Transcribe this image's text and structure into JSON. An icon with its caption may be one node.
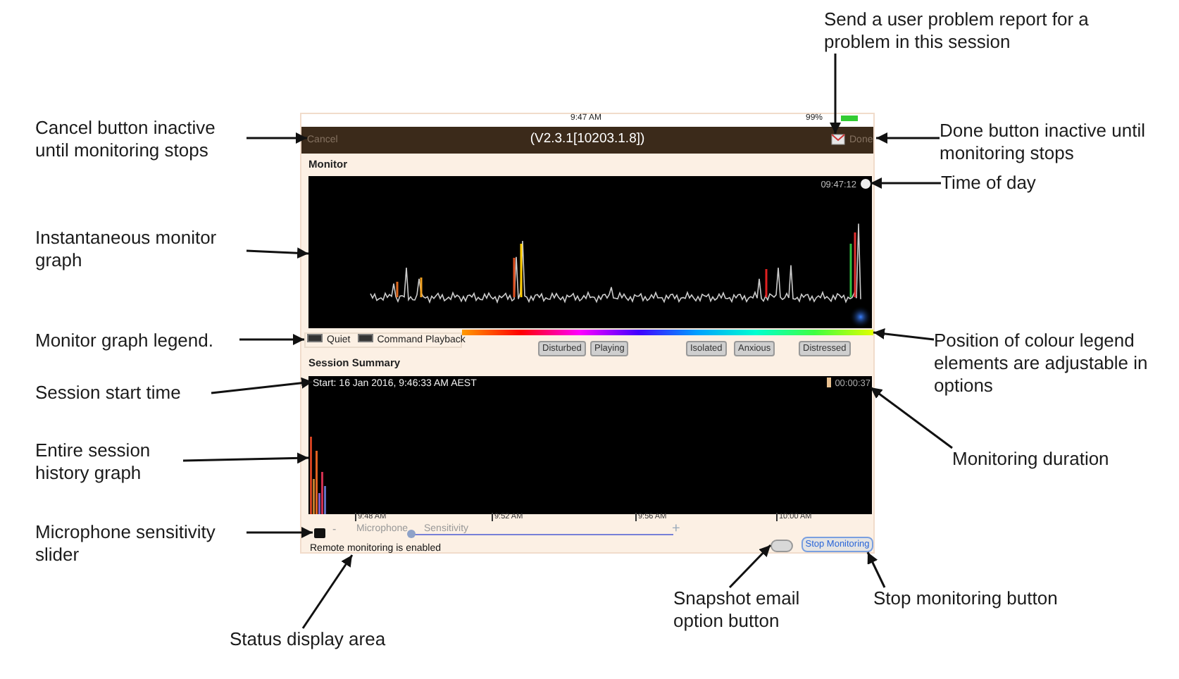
{
  "diagram": {
    "nodes": [
      {
        "text": [
          "Cancel button inactive until monitoring stops"
        ]
      },
      {
        "text": [
          "Send a user problem report for a problem in this session"
        ]
      },
      {
        "text": [
          "Done button inactive until monitoring stops"
        ]
      },
      {
        "text": [
          "Time of day"
        ]
      },
      {
        "text": [
          "Instantaneous monitor graph"
        ]
      },
      {
        "text": [
          "Monitor graph legend."
        ]
      },
      {
        "text": [
          "Position of colour legend elements are adjustable in options"
        ]
      },
      {
        "text": [
          "Session start time"
        ]
      },
      {
        "text": [
          "Entire session history graph"
        ]
      },
      {
        "text": [
          "Monitoring duration"
        ]
      },
      {
        "text": [
          "Microphone sensitivity slider"
        ]
      },
      {
        "text": [
          "Status display area"
        ]
      },
      {
        "text": [
          "Snapshot email option button"
        ]
      },
      {
        "text": [
          "Stop monitoring button"
        ]
      },
      {
        "text": [],
        "shape": "box"
      },
      {
        "text": [
          "Cancel"
        ],
        "in": 14
      },
      {
        "text": [],
        "shape": "picture",
        "in": 14
      },
      {
        "text": [
          "Done"
        ],
        "in": 14
      },
      {
        "text": [],
        "shape": "box",
        "in": 14
      },
      {
        "text": [
          "09:47:12"
        ],
        "in": 18
      },
      {
        "text": [
          "Disturbed",
          "Playing",
          "Isolated",
          "Anxious",
          "Distressed"
        ],
        "in": 14
      },
      {
        "text": [],
        "shape": "box",
        "in": 14
      },
      {
        "text": [
          "Start: 16 Jan 2016, 9:46:33 AM AEST"
        ],
        "in": 21
      },
      {
        "text": [
          "00:00:37"
        ],
        "in": 21
      },
      {
        "text": [
          "Microphone",
          "Sensitivity"
        ],
        "in": 14
      },
      {
        "text": [
          "Remote monitoring is enabled"
        ],
        "in": 14
      },
      {
        "text": [],
        "shape": "box",
        "in": 14
      },
      {
        "text": [
          "Stop Monitoring"
        ],
        "in": 14
      },
      {
        "text": [],
        "shape": "box",
        "in": 14
      }
    ],
    "edges": [
      {
        "from": 0,
        "to": 15,
        "arrow": "to"
      },
      {
        "from": 1,
        "to": 16,
        "arrow": "to"
      },
      {
        "from": 2,
        "to": 17,
        "arrow": "to"
      },
      {
        "from": 3,
        "to": 19,
        "arrow": "to"
      },
      {
        "from": 4,
        "to": 18,
        "arrow": "to"
      },
      {
        "from": 5,
        "to": 28,
        "arrow": "to"
      },
      {
        "from": 6,
        "to": 20,
        "arrow": "to"
      },
      {
        "from": 7,
        "to": 22,
        "arrow": "to"
      },
      {
        "from": 8,
        "to": 21,
        "arrow": "to"
      },
      {
        "from": 9,
        "to": 23,
        "arrow": "to"
      },
      {
        "from": 10,
        "to": 24,
        "arrow": "to"
      },
      {
        "from": 11,
        "to": 25,
        "arrow": "to"
      },
      {
        "from": 12,
        "to": 26,
        "arrow": "to"
      },
      {
        "from": 13,
        "to": 27,
        "arrow": "to"
      }
    ],
    "labels": [
      "9:47 AM",
      "99%",
      "(V2.3.1[10203.1.8])",
      "Monitor",
      "Session Summary",
      "9:48 AM",
      "9:52 AM",
      "9:56 AM",
      "10:00 AM",
      "-",
      "+"
    ],
    "legend": [
      {
        "text": "Quiet",
        "color": "#333333"
      },
      {
        "text": "Command Playback",
        "color": "#333333"
      }
    ]
  }
}
